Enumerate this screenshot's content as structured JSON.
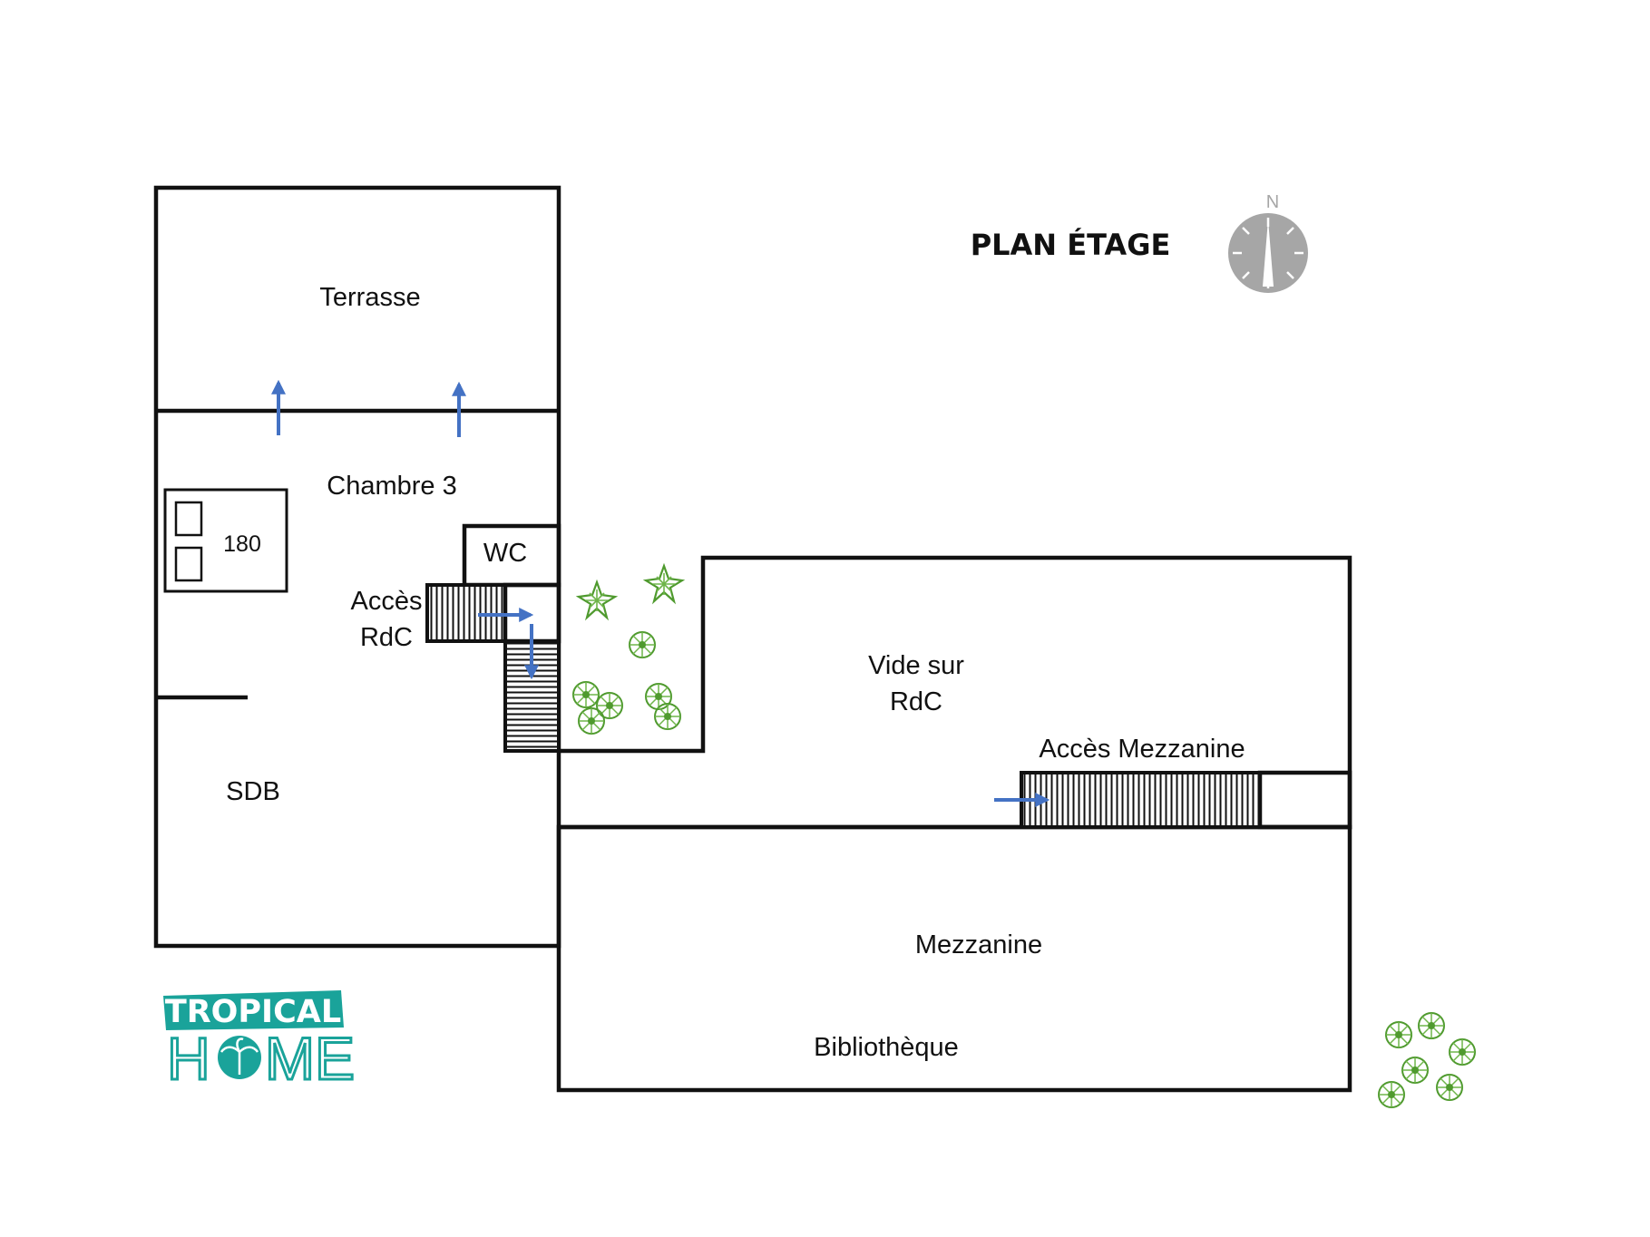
{
  "plan": {
    "title": "PLAN ÉTAGE",
    "compass_letter": "N",
    "rooms": {
      "terrasse": "Terrasse",
      "chambre": "Chambre 3",
      "bed_size": "180",
      "wc": "WC",
      "acces_rdc_1": "Accès",
      "acces_rdc_2": "RdC",
      "sdb": "SDB",
      "vide_1": "Vide sur",
      "vide_2": "RdC",
      "acces_mezzanine": "Accès Mezzanine",
      "mezzanine": "Mezzanine",
      "bibliotheque": "Bibliothèque"
    }
  },
  "logo": {
    "top": "TROPICAL",
    "bottom_left": "H",
    "bottom_right": "ME"
  },
  "colors": {
    "wall": "#111111",
    "arrow": "#4472c4",
    "compass": "#a6a6a6",
    "plant": "#4f9a2e",
    "brand": "#1aa39a"
  }
}
